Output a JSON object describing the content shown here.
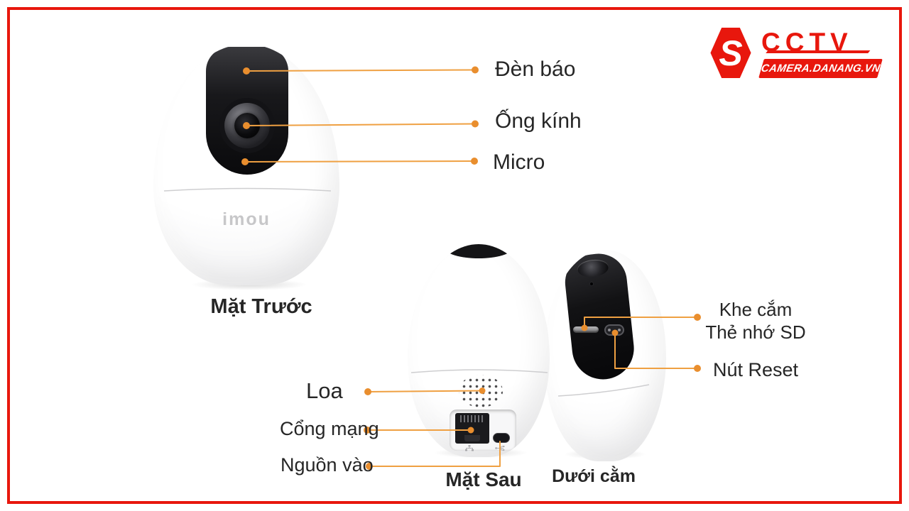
{
  "colors": {
    "accent_red": "#e8170d",
    "callout_line": "#efa042",
    "callout_dot": "#e98e2e",
    "label_text": "#262626"
  },
  "logo": {
    "monogram": "S",
    "title": "CCTV",
    "subtitle": "CAMERA.DANANG.VN"
  },
  "front_view": {
    "brand_text": "imou",
    "caption": "Mặt Trước",
    "callouts": {
      "indicator_light": "Đèn báo",
      "lens": "Ống kính",
      "microphone": "Micro"
    }
  },
  "rear_view": {
    "caption": "Mặt Sau",
    "callouts": {
      "speaker": "Loa",
      "network_port": "Cổng mạng",
      "power_input": "Nguồn vào"
    }
  },
  "bottom_view": {
    "caption": "Dưới cằm",
    "callouts": {
      "sd_slot_line1": "Khe cắm",
      "sd_slot_line2": "Thẻ nhớ SD",
      "reset_button": "Nút Reset"
    }
  }
}
